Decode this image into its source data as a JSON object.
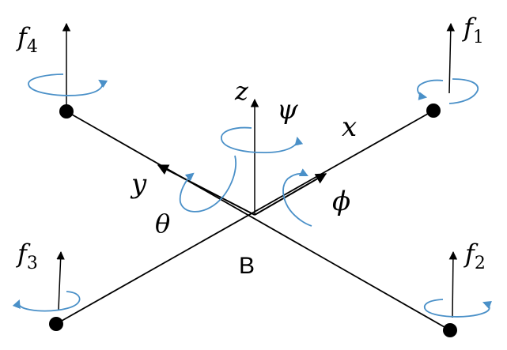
{
  "labels": {
    "f1": {
      "base": "f",
      "sub": "1"
    },
    "f2": {
      "base": "f",
      "sub": "2"
    },
    "f3": {
      "base": "f",
      "sub": "3"
    },
    "f4": {
      "base": "f",
      "sub": "4"
    },
    "x": "x",
    "y": "y",
    "z": "z",
    "psi": "ψ",
    "phi": "ϕ",
    "theta": "θ",
    "body": "B"
  },
  "colors": {
    "line": "#000000",
    "rotation_arrow": "#4a90c8"
  }
}
